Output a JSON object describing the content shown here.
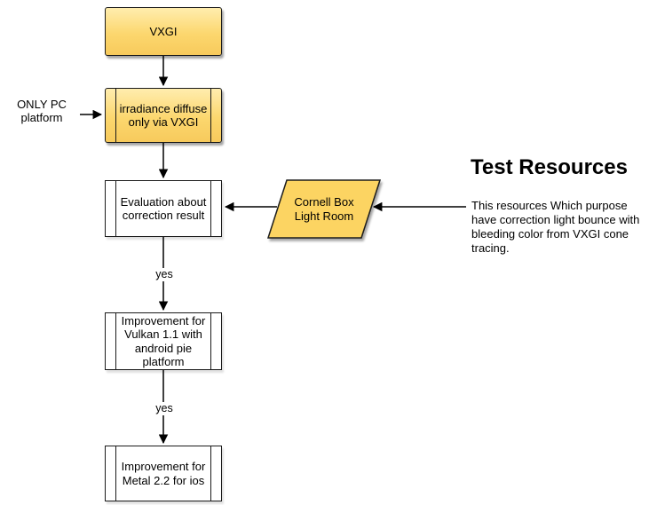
{
  "colors": {
    "yellow_gradient_top": "#ffedae",
    "yellow_gradient_bottom": "#f7ca5c",
    "parallelogram_fill": "#fcd462",
    "stroke": "#1a1a1a",
    "connector": "#000000",
    "background": "#ffffff"
  },
  "nodes": {
    "vxgi": {
      "type": "rectangle",
      "label": "VXGI"
    },
    "irradiance": {
      "type": "predefined-process",
      "label": "irradiance diffuse\nonly via VXGI"
    },
    "evaluation": {
      "type": "predefined-process",
      "label": "Evaluation about\ncorrection result"
    },
    "cornell": {
      "type": "parallelogram",
      "label": "Cornell Box\nLight Room"
    },
    "vulkan": {
      "type": "predefined-process",
      "label": "Improvement for\nVulkan 1.1 with\nandroid pie\nplatform"
    },
    "metal": {
      "type": "predefined-process",
      "label": "Improvement for\nMetal 2.2 for ios"
    }
  },
  "annotations": {
    "only_pc": "ONLY PC\nplatform",
    "yes_label_1": "yes",
    "yes_label_2": "yes"
  },
  "note": {
    "title": "Test Resources",
    "body": "This resources Which purpose\nhave correction light bounce with\nbleeding color from VXGI cone\ntracing."
  }
}
